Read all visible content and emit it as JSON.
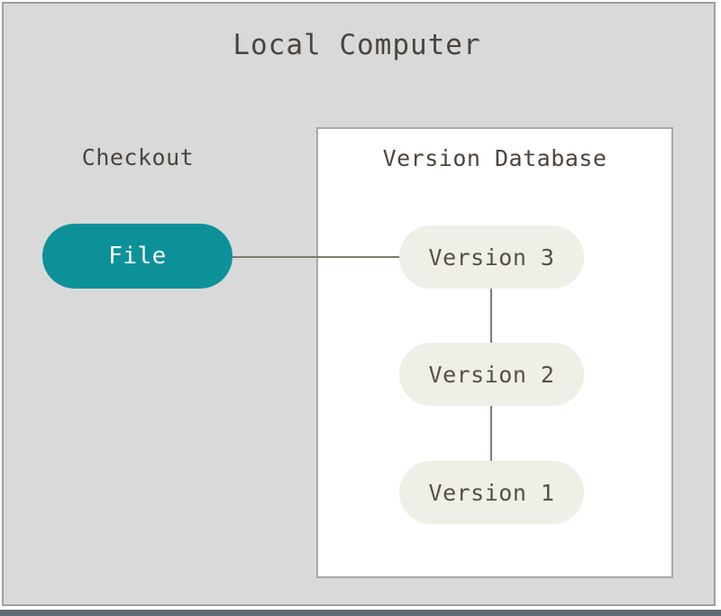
{
  "diagram": {
    "title": "Local Computer",
    "checkout_label": "Checkout",
    "version_database_label": "Version Database",
    "file_node": "File",
    "versions": [
      {
        "label": "Version 3"
      },
      {
        "label": "Version 2"
      },
      {
        "label": "Version 1"
      }
    ],
    "colors": {
      "canvas_background": "#d9d9d9",
      "canvas_border": "#a0a0a0",
      "panel_background": "#ffffff",
      "panel_border": "#a8a8a8",
      "file_node_fill": "#0d9199",
      "file_node_text": "#ffffff",
      "version_node_fill": "#efefe7",
      "version_node_text": "#55504a",
      "text": "#4a443f",
      "connector": "#7f7a73",
      "bottom_strip": "#5c6b73"
    }
  }
}
